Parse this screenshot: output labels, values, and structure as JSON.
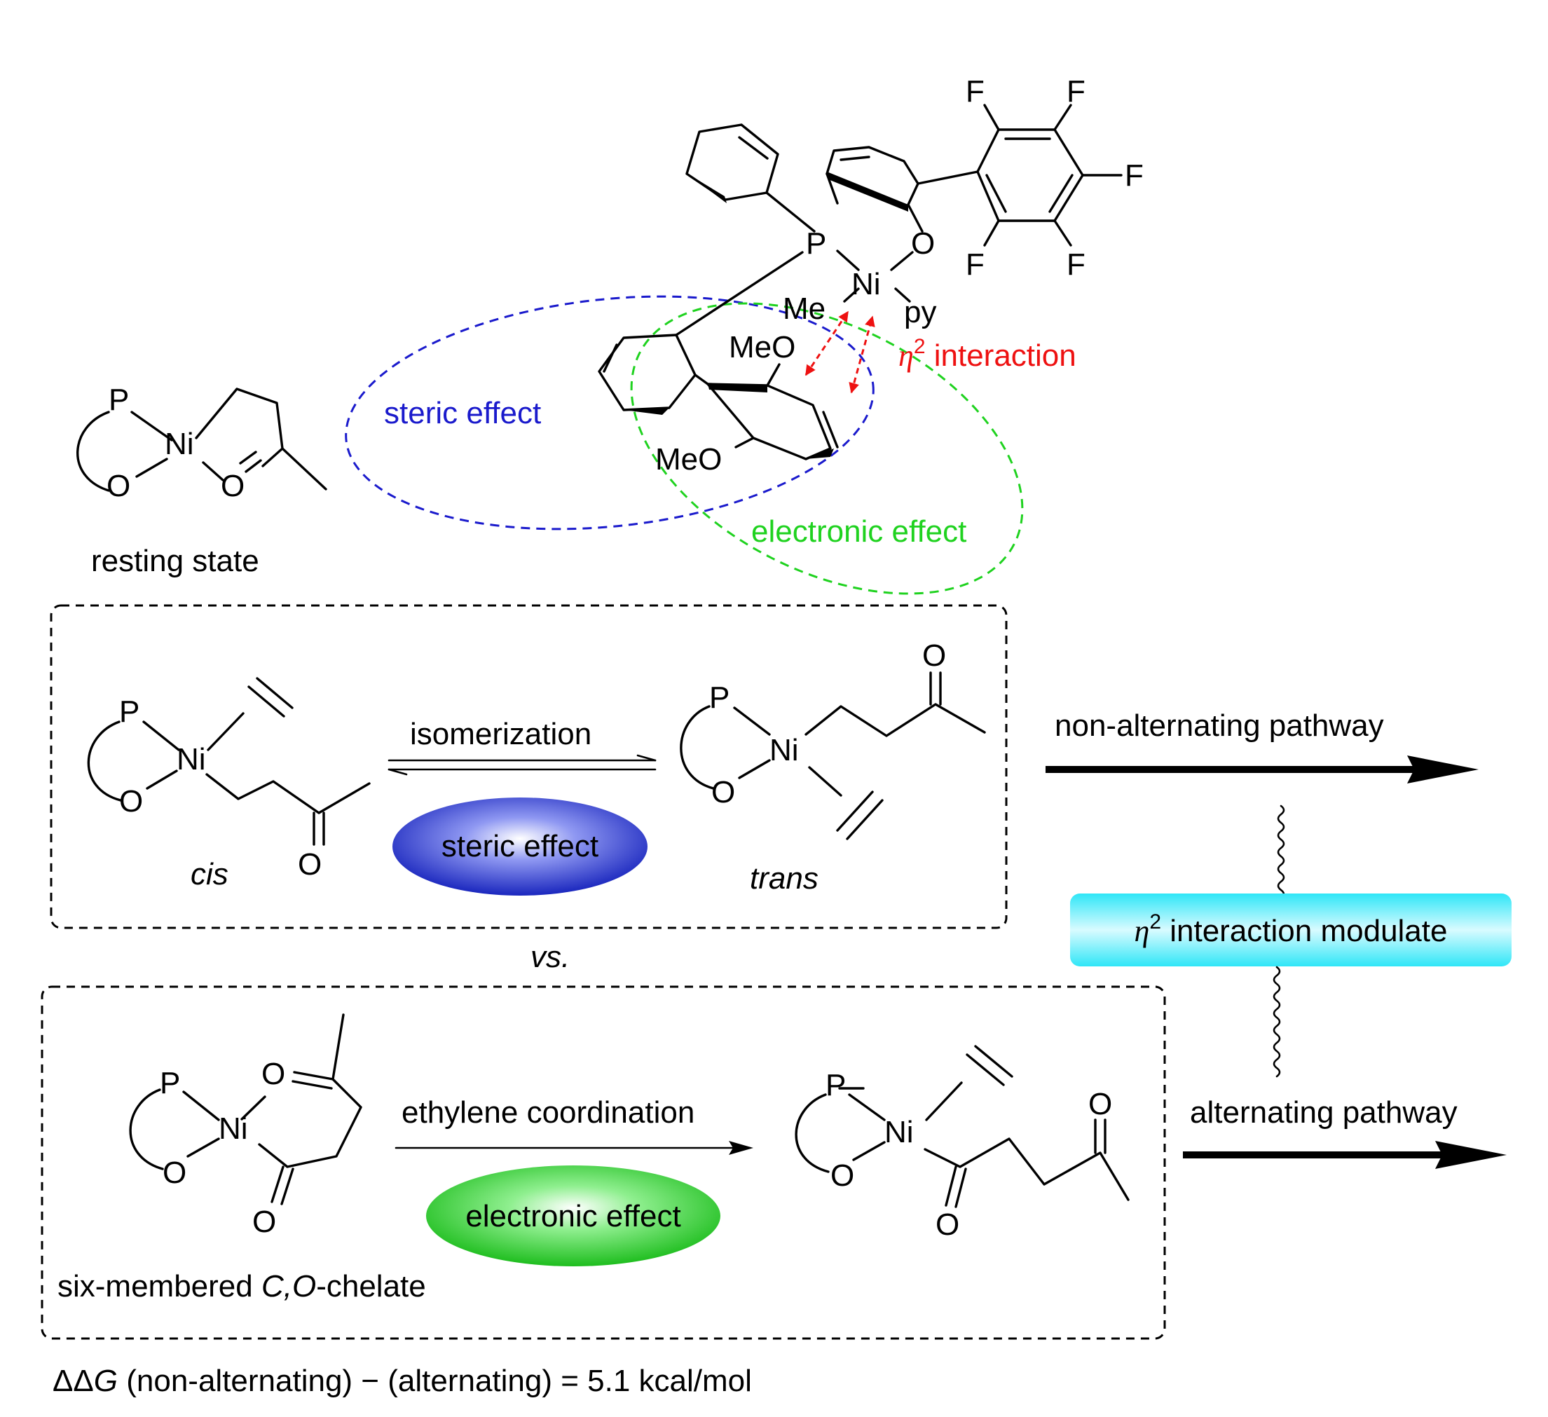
{
  "atoms": {
    "P": "P",
    "Ni": "Ni",
    "O": "O",
    "F": "F",
    "Me": "Me",
    "py": "py",
    "MeO": "MeO"
  },
  "catalyst": {
    "eta_symbol": "η",
    "eta_sup": "2",
    "interaction_label": " interaction",
    "steric_label": "steric effect",
    "electronic_label": "electronic effect"
  },
  "resting_state": {
    "label": "resting state"
  },
  "box1": {
    "cis_label": "cis",
    "trans_label": "trans",
    "arrow_label": "isomerization",
    "pill_label": "steric effect"
  },
  "vs_label": "vs.",
  "box2": {
    "arrow_label": "ethylene coordination",
    "pill_label": "electronic effect",
    "chelate_label_pre": "six-membered ",
    "chelate_label_italic": "C,O",
    "chelate_label_post": "-chelate"
  },
  "pathways": {
    "non_alternating": "non-alternating pathway",
    "alternating": "alternating pathway",
    "modulate_eta": "η",
    "modulate_sup": "2",
    "modulate_text": " interaction modulate"
  },
  "energy": {
    "ddg": "ΔΔ",
    "g": "G",
    "rest": " (non-alternating) − (alternating) = 5.1 kcal/mol"
  },
  "colors": {
    "steric": "#1a1acc",
    "electronic": "#1fd21f",
    "interaction": "#ee1111",
    "modulate_box": "#2fe6f7",
    "pill_blue_dark": "#0d1ab8",
    "pill_green": "#19c419"
  }
}
